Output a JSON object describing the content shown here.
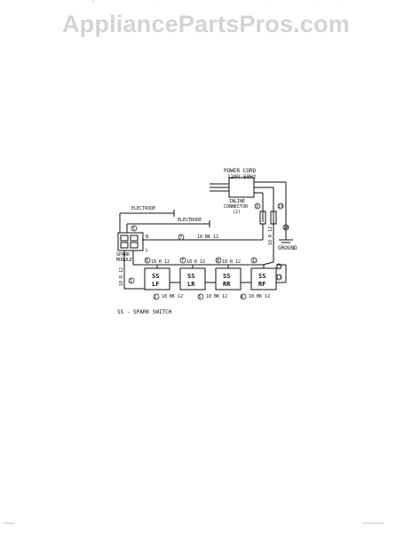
{
  "watermark": "AppliancePartsPros.com",
  "diagram": {
    "power_cord": "POWER CORD",
    "voltage": "120V 60Hz",
    "inline_connector_1": "INLINE",
    "inline_connector_2": "CONNECTOR",
    "inline_connector_3": "(2)",
    "electrode_1": "ELECTRODE",
    "electrode_2": "ELECTRODE",
    "ground": "GROUND",
    "spark_module_1": "SPARK",
    "spark_module_2": "MODULE",
    "terminal_n": "N",
    "terminal_l": "L",
    "wire_main": "18 BK 12",
    "wire_top_1": "18 R 12",
    "wire_top_2": "18 R 12",
    "wire_top_3": "18 R 12",
    "wire_bottom_1": "18 BK 12",
    "wire_bottom_2": "18 BK 12",
    "wire_bottom_3": "18 BK 12",
    "wire_left_vertical": "18 R 12",
    "wire_right_vertical": "18 R 12",
    "switch_lf_top": "SS",
    "switch_lf_bottom": "LF",
    "switch_lr_top": "SS",
    "switch_lr_bottom": "LR",
    "switch_rr_top": "SS",
    "switch_rr_bottom": "RR",
    "switch_rf_top": "SS",
    "switch_rf_bottom": "RF",
    "legend": "SS - SPARK SWITCH",
    "marker_1": "1",
    "marker_2": "2",
    "marker_3": "3",
    "marker_4": "4",
    "marker_5": "5",
    "marker_6": "6",
    "marker_7": "7",
    "marker_8": "8",
    "marker_9": "9",
    "marker_10": "10",
    "marker_11": "11",
    "marker_12": "12",
    "marker_13": "13",
    "marker_14": "14",
    "marker_15": "15"
  }
}
